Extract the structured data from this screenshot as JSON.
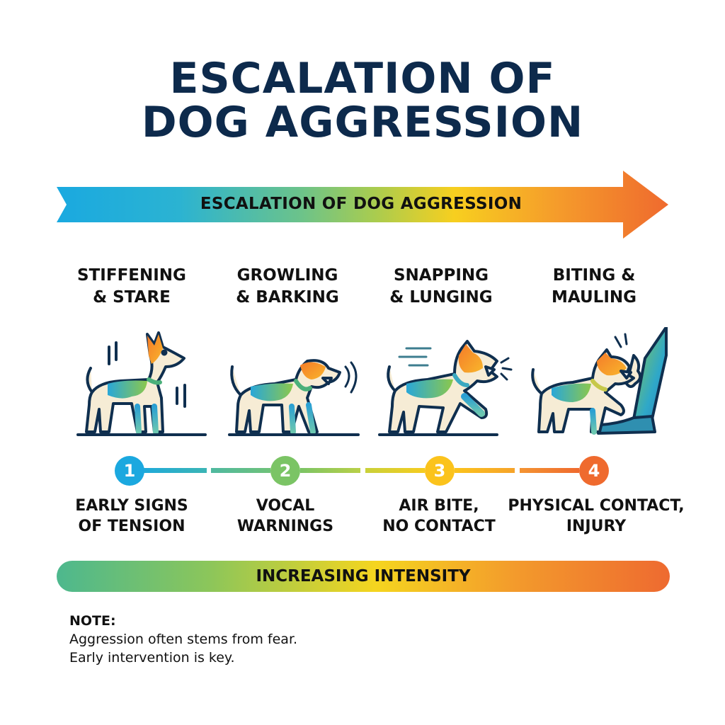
{
  "title": {
    "line1": "ESCALATION OF",
    "line2": "DOG AGGRESSION"
  },
  "banner": {
    "label": "ESCALATION OF DOG AGGRESSION",
    "gradient_colors": [
      "#1aa9e0",
      "#5ec39a",
      "#f7cf1f",
      "#f0743a"
    ]
  },
  "stages": [
    {
      "number": "1",
      "title_line1": "STIFFENING",
      "title_line2": "& STARE",
      "desc_line1": "EARLY SIGNS",
      "desc_line2": "OF TENSION",
      "color": "#1ba8df",
      "illustration": "dog-standing-stiff-icon"
    },
    {
      "number": "2",
      "title_line1": "GROWLING",
      "title_line2": "& BARKING",
      "desc_line1": "VOCAL",
      "desc_line2": "WARNINGS",
      "color": "#7bc465",
      "illustration": "dog-barking-icon"
    },
    {
      "number": "3",
      "title_line1": "SNAPPING",
      "title_line2": "& LUNGING",
      "desc_line1": "AIR BITE,",
      "desc_line2": "NO CONTACT",
      "color": "#fbc31c",
      "illustration": "dog-lunging-icon"
    },
    {
      "number": "4",
      "title_line1": "BITING &",
      "title_line2": "MAULING",
      "desc_line1": "PHYSICAL CONTACT,",
      "desc_line2": "INJURY",
      "color": "#ef6a2e",
      "illustration": "dog-biting-leg-icon"
    }
  ],
  "intensity_bar": {
    "label": "INCREASING INTENSITY"
  },
  "note": {
    "label": "NOTE:",
    "line1": "Aggression often stems from fear.",
    "line2": "Early intervention is key."
  }
}
